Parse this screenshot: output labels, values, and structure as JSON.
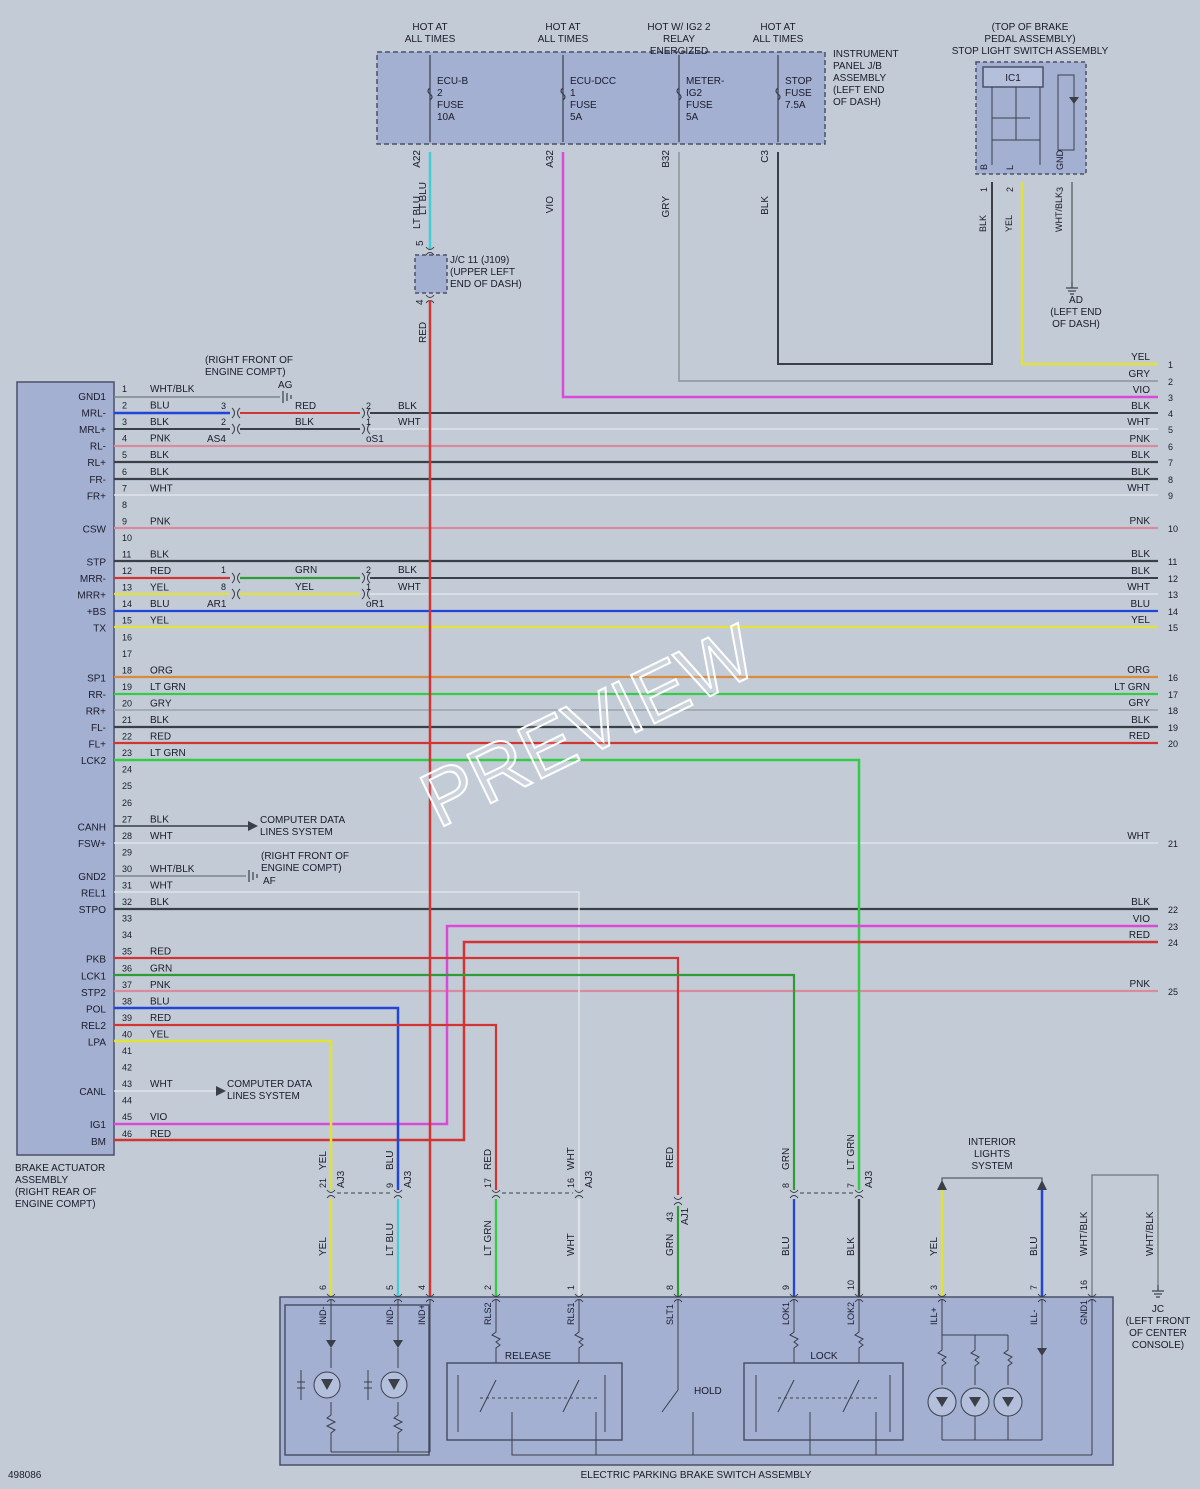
{
  "figure_id": "498086",
  "watermark": "PREVIEW",
  "colors": {
    "background": "#c3ccd6",
    "box_fill": "#a4b0d2",
    "box_border": "#4a5068",
    "YEL": "#e2e03a",
    "GRY": "#9aa1a8",
    "VIO": "#d94ad8",
    "BLK": "#3a3f48",
    "WHT": "#dfe3e8",
    "PNK": "#d98a9c",
    "BLU": "#2244d8",
    "RED": "#d23434",
    "ORG": "#d98a3c",
    "LT GRN": "#33cc44",
    "GRN": "#2f9a36",
    "LT BLU": "#44ccd8",
    "WHT/BLK": "#7d848c"
  },
  "fuses": {
    "box_label": [
      "INSTRUMENT",
      "PANEL J/B",
      "ASSEMBLY",
      "(LEFT END",
      "OF DASH)"
    ],
    "items": [
      {
        "heading": [
          "HOT AT",
          "ALL TIMES"
        ],
        "name": [
          "ECU-B",
          "2",
          "FUSE",
          "10A"
        ],
        "pin": "A22",
        "wire": "LT BLU"
      },
      {
        "heading": [
          "HOT AT",
          "ALL TIMES"
        ],
        "name": [
          "ECU-DCC",
          "1",
          "FUSE",
          "5A"
        ],
        "pin": "A32",
        "wire": "VIO"
      },
      {
        "heading": [
          "HOT W/ IG2 2",
          "RELAY",
          "ENERGIZED"
        ],
        "name": [
          "METER-",
          "IG2",
          "FUSE",
          "5A"
        ],
        "pin": "B32",
        "wire": "GRY"
      },
      {
        "heading": [
          "HOT AT",
          "ALL TIMES"
        ],
        "name": [
          "STOP",
          "FUSE",
          "7.5A"
        ],
        "pin": "C3",
        "wire": "BLK"
      }
    ]
  },
  "stop_switch": {
    "title": [
      "(TOP OF BRAKE",
      "PEDAL ASSEMBLY)",
      "STOP LIGHT SWITCH ASSEMBLY"
    ],
    "ic": "IC1",
    "pins": [
      {
        "name": "B",
        "num": "1",
        "wire": "BLK"
      },
      {
        "name": "L",
        "num": "2",
        "wire": "YEL"
      },
      {
        "name": "GND",
        "num": "3",
        "wire": "WHT/BLK"
      }
    ],
    "ground": [
      "AD",
      "(LEFT END",
      "OF DASH)"
    ]
  },
  "junction": {
    "label": [
      "J/C 11 (J109)",
      "(UPPER LEFT",
      "END OF DASH)"
    ],
    "pin_in": "5",
    "pin_out": "4",
    "out_wire": "RED"
  },
  "actuator": {
    "label": [
      "BRAKE ACTUATOR",
      "ASSEMBLY",
      "(RIGHT REAR OF",
      "ENGINE COMPT)"
    ],
    "pins": [
      {
        "n": "1",
        "sig": "GND1",
        "wire": "WHT/BLK"
      },
      {
        "n": "2",
        "sig": "MRL-",
        "wire": "BLU"
      },
      {
        "n": "3",
        "sig": "MRL+",
        "wire": "BLK"
      },
      {
        "n": "4",
        "sig": "RL-",
        "wire": "PNK"
      },
      {
        "n": "5",
        "sig": "RL+",
        "wire": "BLK"
      },
      {
        "n": "6",
        "sig": "FR-",
        "wire": "BLK"
      },
      {
        "n": "7",
        "sig": "FR+",
        "wire": "WHT"
      },
      {
        "n": "8",
        "sig": "",
        "wire": ""
      },
      {
        "n": "9",
        "sig": "CSW",
        "wire": "PNK"
      },
      {
        "n": "10",
        "sig": "",
        "wire": ""
      },
      {
        "n": "11",
        "sig": "STP",
        "wire": "BLK"
      },
      {
        "n": "12",
        "sig": "MRR-",
        "wire": "RED"
      },
      {
        "n": "13",
        "sig": "MRR+",
        "wire": "YEL"
      },
      {
        "n": "14",
        "sig": "+BS",
        "wire": "BLU"
      },
      {
        "n": "15",
        "sig": "TX",
        "wire": "YEL"
      },
      {
        "n": "16",
        "sig": "",
        "wire": ""
      },
      {
        "n": "17",
        "sig": "",
        "wire": ""
      },
      {
        "n": "18",
        "sig": "SP1",
        "wire": "ORG"
      },
      {
        "n": "19",
        "sig": "RR-",
        "wire": "LT GRN"
      },
      {
        "n": "20",
        "sig": "RR+",
        "wire": "GRY"
      },
      {
        "n": "21",
        "sig": "FL-",
        "wire": "BLK"
      },
      {
        "n": "22",
        "sig": "FL+",
        "wire": "RED"
      },
      {
        "n": "23",
        "sig": "LCK2",
        "wire": "LT GRN"
      },
      {
        "n": "24",
        "sig": "",
        "wire": ""
      },
      {
        "n": "25",
        "sig": "",
        "wire": ""
      },
      {
        "n": "26",
        "sig": "",
        "wire": ""
      },
      {
        "n": "27",
        "sig": "CANH",
        "wire": "BLK"
      },
      {
        "n": "28",
        "sig": "FSW+",
        "wire": "WHT"
      },
      {
        "n": "29",
        "sig": "",
        "wire": ""
      },
      {
        "n": "30",
        "sig": "GND2",
        "wire": "WHT/BLK"
      },
      {
        "n": "31",
        "sig": "REL1",
        "wire": "WHT"
      },
      {
        "n": "32",
        "sig": "STPO",
        "wire": "BLK"
      },
      {
        "n": "33",
        "sig": "",
        "wire": ""
      },
      {
        "n": "34",
        "sig": "",
        "wire": ""
      },
      {
        "n": "35",
        "sig": "PKB",
        "wire": "RED"
      },
      {
        "n": "36",
        "sig": "LCK1",
        "wire": "GRN"
      },
      {
        "n": "37",
        "sig": "STP2",
        "wire": "PNK"
      },
      {
        "n": "38",
        "sig": "POL",
        "wire": "BLU"
      },
      {
        "n": "39",
        "sig": "REL2",
        "wire": "RED"
      },
      {
        "n": "40",
        "sig": "LPA",
        "wire": "YEL"
      },
      {
        "n": "41",
        "sig": "",
        "wire": ""
      },
      {
        "n": "42",
        "sig": "",
        "wire": ""
      },
      {
        "n": "43",
        "sig": "CANL",
        "wire": "WHT"
      },
      {
        "n": "44",
        "sig": "",
        "wire": ""
      },
      {
        "n": "45",
        "sig": "IG1",
        "wire": "VIO"
      },
      {
        "n": "46",
        "sig": "BM",
        "wire": "RED"
      }
    ]
  },
  "motor_left": {
    "connectors": [
      "AS4",
      "oS1"
    ],
    "in": [
      {
        "p": "3",
        "w": "RED"
      },
      {
        "p": "2",
        "w": "BLK"
      }
    ],
    "out": [
      {
        "p": "2",
        "w": "BLK"
      },
      {
        "p": "1",
        "w": "WHT"
      }
    ]
  },
  "motor_right": {
    "connectors": [
      "AR1",
      "oR1"
    ],
    "in": [
      {
        "p": "1",
        "w": "GRN"
      },
      {
        "p": "8",
        "w": "YEL"
      }
    ],
    "out": [
      {
        "p": "2",
        "w": "BLK"
      },
      {
        "p": "1",
        "w": "WHT"
      }
    ]
  },
  "ground_ag": [
    "(RIGHT FRONT OF",
    "ENGINE COMPT)",
    "AG"
  ],
  "ground_af": [
    "(RIGHT FRONT OF",
    "ENGINE COMPT)",
    "AF"
  ],
  "can_label": [
    "COMPUTER DATA",
    "LINES SYSTEM"
  ],
  "right_wires": [
    {
      "n": "1",
      "w": "YEL"
    },
    {
      "n": "2",
      "w": "GRY"
    },
    {
      "n": "3",
      "w": "VIO"
    },
    {
      "n": "4",
      "w": "BLK"
    },
    {
      "n": "5",
      "w": "WHT"
    },
    {
      "n": "6",
      "w": "PNK"
    },
    {
      "n": "7",
      "w": "BLK"
    },
    {
      "n": "8",
      "w": "BLK"
    },
    {
      "n": "9",
      "w": "WHT"
    },
    {
      "n": "10",
      "w": "PNK"
    },
    {
      "n": "11",
      "w": "BLK"
    },
    {
      "n": "12",
      "w": "BLK"
    },
    {
      "n": "13",
      "w": "WHT"
    },
    {
      "n": "14",
      "w": "BLU"
    },
    {
      "n": "15",
      "w": "YEL"
    },
    {
      "n": "16",
      "w": "ORG"
    },
    {
      "n": "17",
      "w": "LT GRN"
    },
    {
      "n": "18",
      "w": "GRY"
    },
    {
      "n": "19",
      "w": "BLK"
    },
    {
      "n": "20",
      "w": "RED"
    },
    {
      "n": "21",
      "w": "WHT"
    },
    {
      "n": "22",
      "w": "BLK"
    },
    {
      "n": "23",
      "w": "VIO"
    },
    {
      "n": "24",
      "w": "RED"
    },
    {
      "n": "25",
      "w": "PNK"
    }
  ],
  "aj3_connectors": [
    {
      "upper": [
        "21",
        "YEL"
      ],
      "lower": [
        "6",
        "YEL"
      ],
      "tag": "AJ3"
    },
    {
      "upper": [
        "9",
        "BLU"
      ],
      "lower": [
        "5",
        "LT BLU"
      ],
      "tag": "AJ3"
    },
    {
      "upper": [
        "17",
        "RED"
      ],
      "lower": [
        "2",
        "LT GRN"
      ],
      "tag": ""
    },
    {
      "upper": [
        "16",
        "WHT"
      ],
      "lower": [
        "1",
        "WHT"
      ],
      "tag": "AJ3"
    },
    {
      "upper": [
        "RED"
      ],
      "lower": [
        "8",
        "GRN"
      ],
      "tag": "AJ1",
      "mid": "43"
    },
    {
      "upper": [
        "8",
        "GRN"
      ],
      "lower": [
        "9",
        "BLU"
      ],
      "tag": ""
    },
    {
      "upper": [
        "7",
        "LT GRN"
      ],
      "lower": [
        "10",
        "BLK"
      ],
      "tag": "AJ3"
    }
  ],
  "switch_assembly": {
    "title": "ELECTRIC PARKING BRAKE SWITCH ASSEMBLY",
    "pins": [
      {
        "num": "6",
        "name": "IND-",
        "wire": "YEL"
      },
      {
        "num": "5",
        "name": "IND-",
        "wire": "LT BLU"
      },
      {
        "num": "4",
        "name": "IND+",
        "wire": "RED"
      },
      {
        "num": "2",
        "name": "RLS2",
        "wire": "LT GRN"
      },
      {
        "num": "1",
        "name": "RLS1",
        "wire": "WHT"
      },
      {
        "num": "8",
        "name": "SLT1",
        "wire": "GRN"
      },
      {
        "num": "9",
        "name": "LOK1",
        "wire": "BLU"
      },
      {
        "num": "10",
        "name": "LOK2",
        "wire": "BLK"
      },
      {
        "num": "3",
        "name": "ILL+",
        "wire": "YEL"
      },
      {
        "num": "7",
        "name": "ILL-",
        "wire": "BLU"
      },
      {
        "num": "16",
        "name": "GND1",
        "wire": "WHT/BLK"
      }
    ],
    "release": "RELEASE",
    "lock": "LOCK",
    "hold": "HOLD",
    "interior": [
      "INTERIOR",
      "LIGHTS",
      "SYSTEM"
    ],
    "ground_jc": [
      "JC",
      "(LEFT FRONT",
      "OF CENTER",
      "CONSOLE)"
    ],
    "gnd_wire": "WHT/BLK"
  }
}
